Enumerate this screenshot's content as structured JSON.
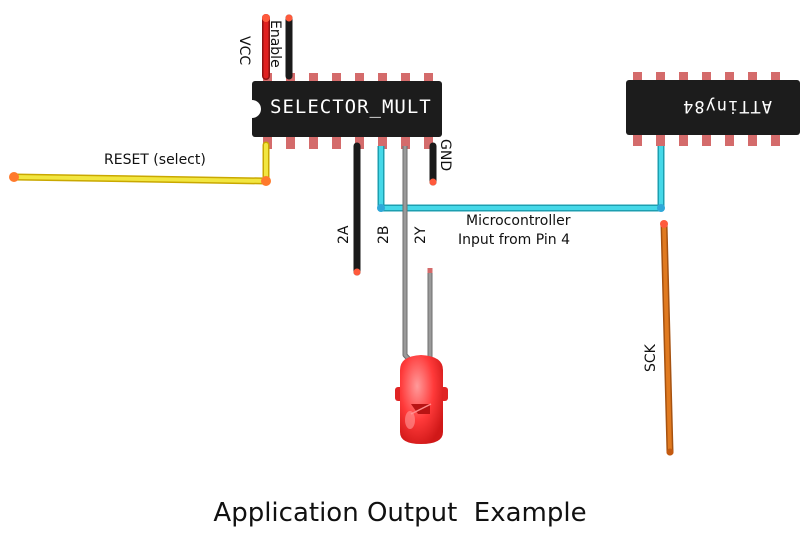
{
  "chips": {
    "selector": {
      "label": "SELECTOR_MULT"
    },
    "attiny": {
      "label": "ATTiny84"
    }
  },
  "labels": {
    "vcc": "VCC",
    "enable": "Enable",
    "gnd": "GND",
    "reset": "RESET (select)",
    "pin_2a": "2A",
    "pin_2b": "2B",
    "pin_2y": "2Y",
    "micro_line1": "Microcontroller",
    "micro_line2": "Input from Pin 4",
    "sck": "SCK"
  },
  "caption": "Application Output  Example",
  "colors": {
    "chip_body": "#1c1c1c",
    "pin": "#d46b6b",
    "wire_red": "#e02020",
    "wire_black": "#1a1a1a",
    "wire_yellow": "#f2e640",
    "wire_cyan": "#45d8e8",
    "wire_gray": "#8a8a8a",
    "wire_orange": "#e07a20",
    "led": "#ff3030",
    "endpoint": "#ff5a3c"
  }
}
